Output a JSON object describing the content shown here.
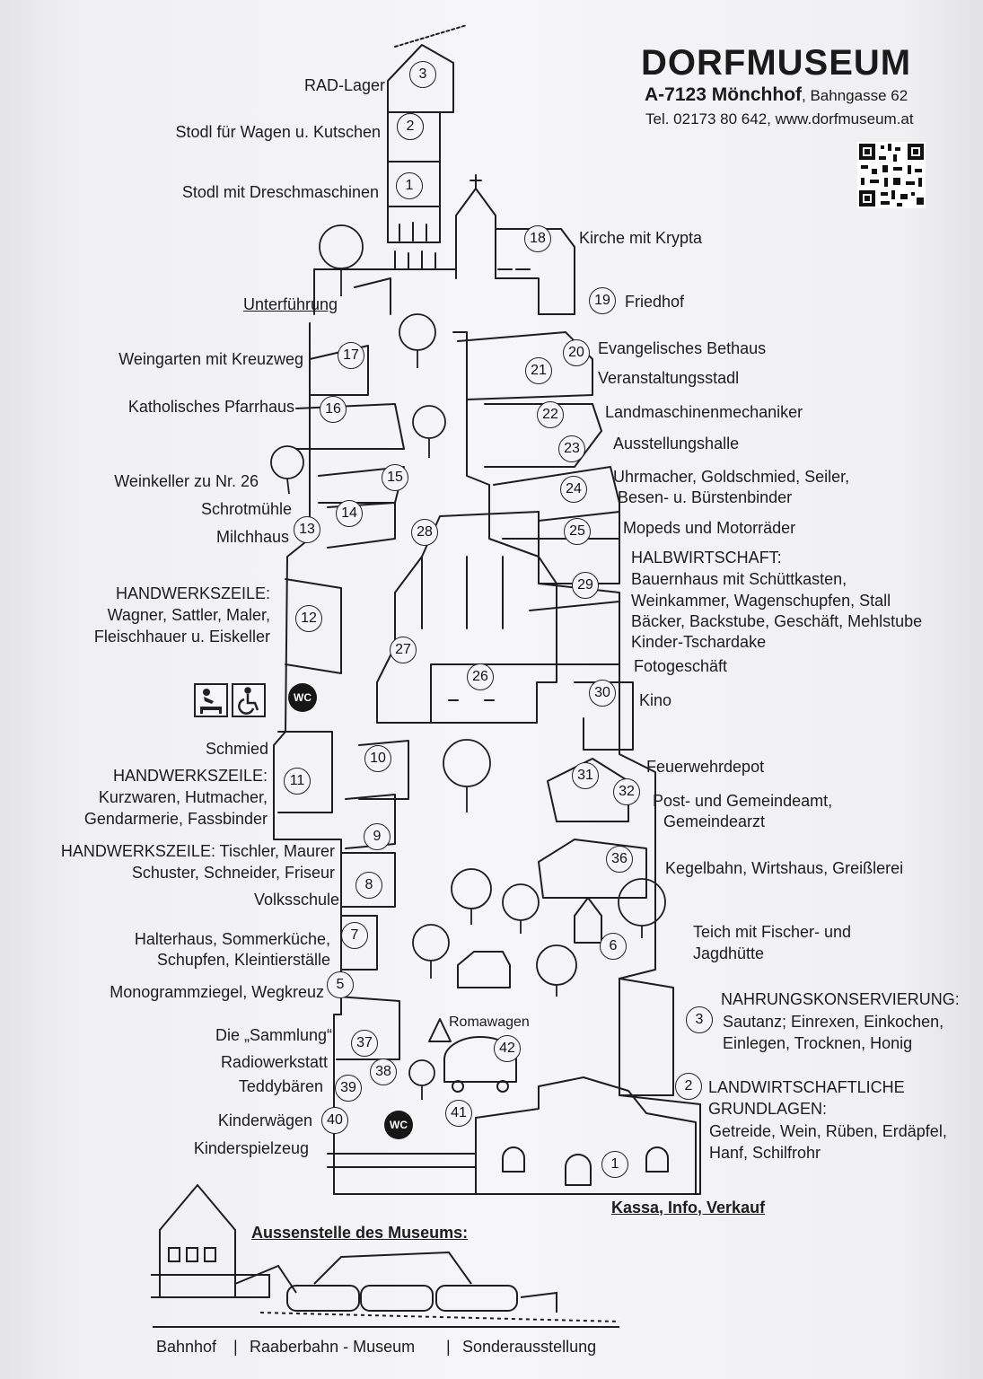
{
  "header": {
    "title": "DORFMUSEUM",
    "address_main": "A-7123 Mönchhof",
    "address_street": ", Bahngasse 62",
    "contact": "Tel.  02173 80 642, www.dorfmuseum.at"
  },
  "stations": [
    {
      "num": "3",
      "label": "RAD-Lager"
    },
    {
      "num": "2",
      "label": "Stodl für Wagen u. Kutschen"
    },
    {
      "num": "1",
      "label": "Stodl mit Dreschmaschinen"
    },
    {
      "num": "18",
      "label": "Kirche mit Krypta"
    },
    {
      "num": "19",
      "label": "Friedhof"
    },
    {
      "num": "",
      "label": "Unterführung"
    },
    {
      "num": "17",
      "label": "Weingarten mit Kreuzweg"
    },
    {
      "num": "20",
      "label": "Evangelisches Bethaus"
    },
    {
      "num": "21",
      "label": "Veranstaltungsstadl"
    },
    {
      "num": "16",
      "label": "Katholisches Pfarrhaus"
    },
    {
      "num": "22",
      "label": "Landmaschinenmechaniker"
    },
    {
      "num": "23",
      "label": "Ausstellungshalle"
    },
    {
      "num": "15",
      "label": "Weinkeller zu Nr. 26"
    },
    {
      "num": "24",
      "label": "Uhrmacher, Goldschmied, Seiler,"
    },
    {
      "num": "",
      "label": "Besen- u. Bürstenbinder"
    },
    {
      "num": "14",
      "label": "Schrotmühle"
    },
    {
      "num": "13",
      "label": "Milchhaus"
    },
    {
      "num": "25",
      "label": "Mopeds und Motorräder"
    },
    {
      "num": "28",
      "label": ""
    },
    {
      "num": "",
      "label": "HALBWIRTSCHAFT:"
    },
    {
      "num": "29",
      "label": "Bauernhaus mit Schüttkasten,"
    },
    {
      "num": "",
      "label": "Weinkammer, Wagenschupfen, Stall"
    },
    {
      "num": "",
      "label": "Bäcker, Backstube, Geschäft, Mehlstube"
    },
    {
      "num": "",
      "label": "Kinder-Tschardake"
    },
    {
      "num": "",
      "label": "HANDWERKSZEILE:"
    },
    {
      "num": "12",
      "label": "Wagner, Sattler, Maler,"
    },
    {
      "num": "",
      "label": "Fleischhauer u. Eiskeller"
    },
    {
      "num": "27",
      "label": ""
    },
    {
      "num": "26",
      "label": "Fotogeschäft"
    },
    {
      "num": "30",
      "label": "Kino"
    },
    {
      "num": "",
      "label": "Schmied"
    },
    {
      "num": "10",
      "label": ""
    },
    {
      "num": "31",
      "label": "Feuerwehrdepot"
    },
    {
      "num": "",
      "label": "HANDWERKSZEILE:"
    },
    {
      "num": "11",
      "label": "Kurzwaren, Hutmacher,"
    },
    {
      "num": "",
      "label": "Gendarmerie, Fassbinder"
    },
    {
      "num": "32",
      "label": "Post- und Gemeindeamt,"
    },
    {
      "num": "",
      "label": "Gemeindearzt"
    },
    {
      "num": "9",
      "label": "HANDWERKSZEILE: Tischler, Maurer"
    },
    {
      "num": "",
      "label": "Schuster, Schneider, Friseur"
    },
    {
      "num": "36",
      "label": "Kegelbahn, Wirtshaus, Greißlerei"
    },
    {
      "num": "8",
      "label": "Volksschule"
    },
    {
      "num": "7",
      "label": "Halterhaus, Sommerküche,"
    },
    {
      "num": "",
      "label": "Schupfen, Kleintierställe"
    },
    {
      "num": "6",
      "label": "Teich mit Fischer- und"
    },
    {
      "num": "",
      "label": "Jagdhütte"
    },
    {
      "num": "5",
      "label": "Monogrammziegel, Wegkreuz"
    },
    {
      "num": "",
      "label": "NAHRUNGSKONSERVIERUNG:"
    },
    {
      "num": "3",
      "label": "Sautanz; Einrexen, Einkochen,"
    },
    {
      "num": "",
      "label": "Einlegen, Trocknen, Honig"
    },
    {
      "num": "",
      "label": "Die „Sammlung“"
    },
    {
      "num": "37",
      "label": ""
    },
    {
      "num": "",
      "label": "Romawagen"
    },
    {
      "num": "42",
      "label": ""
    },
    {
      "num": "",
      "label": "Radiowerkstatt"
    },
    {
      "num": "38",
      "label": ""
    },
    {
      "num": "39",
      "label": "Teddybären"
    },
    {
      "num": "2",
      "label": "LANDWIRTSCHAFTLICHE"
    },
    {
      "num": "",
      "label": "GRUNDLAGEN:"
    },
    {
      "num": "",
      "label": "Getreide, Wein, Rüben, Erdäpfel,"
    },
    {
      "num": "",
      "label": "Hanf, Schilfrohr"
    },
    {
      "num": "40",
      "label": "Kinderwägen"
    },
    {
      "num": "41",
      "label": ""
    },
    {
      "num": "",
      "label": "Kinderspielzeug"
    },
    {
      "num": "1",
      "label": ""
    }
  ],
  "facilities": {
    "wc": "WC",
    "wc_icon": "wc-icon",
    "baby_icon": "baby-changing-icon",
    "wheelchair_icon": "wheelchair-icon"
  },
  "entrance": "Kassa, Info, Verkauf",
  "outpost": {
    "title": "Aussenstelle des Museums:",
    "items": [
      "Bahnhof",
      "Raaberbahn - Museum",
      "Sonderausstellung"
    ],
    "separator": "|"
  }
}
